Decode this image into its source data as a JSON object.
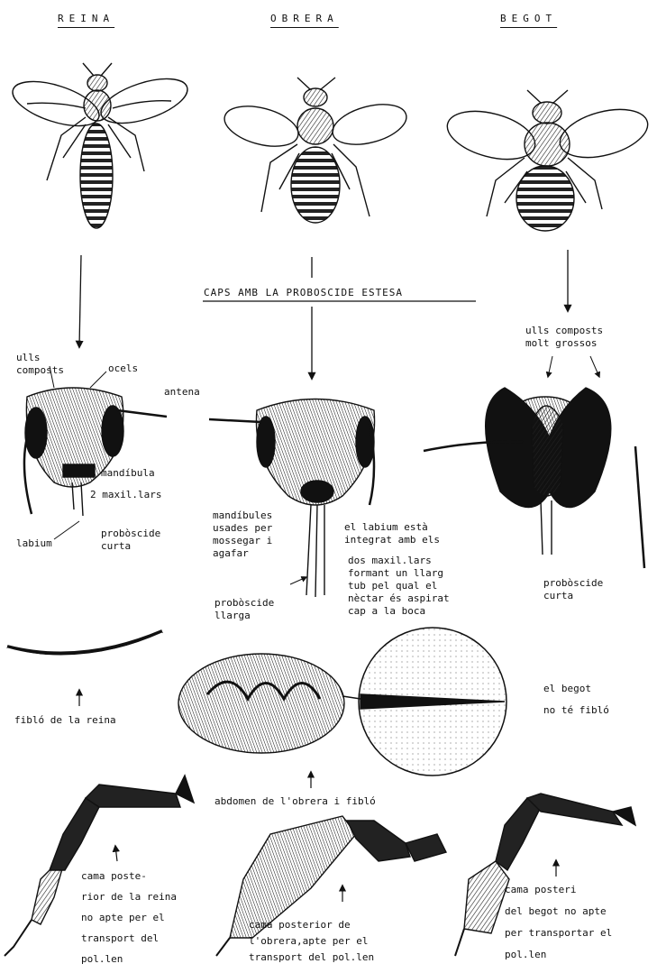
{
  "headers": {
    "queen": "REINA",
    "worker": "OBRERA",
    "drone": "BEGOT"
  },
  "center_title": "CAPS AMB LA PROBOSCIDE ESTESA",
  "queen_head": {
    "ulls": "ulls\ncomposts",
    "ocels": "ocels",
    "antena": "antena",
    "mandibula": "mandíbula",
    "maxillars": "2 maxil.lars",
    "labium": "labium",
    "proboscide": "probòscide\ncurta"
  },
  "worker_head": {
    "mandibules": "mandíbules\nusades per\nmossegar i\nagafar",
    "labium_text": "el labium està\nintegrat amb els",
    "maxillars_text": "dos maxil.lars\nformant un llarg\ntub pel qual el\nnèctar és aspirat\ncap a la boca",
    "proboscide": "probòscide\nllarga"
  },
  "drone_head": {
    "ulls": "ulls composts\nmolt grossos",
    "proboscide": "probòscide\ncurta"
  },
  "stingers": {
    "queen": "fibló de la reina",
    "drone": "el begot\nno té fibló",
    "worker": "abdomen de l'obrera i fibló"
  },
  "legs": {
    "queen": "cama poste-\nrior de la reina\nno apte per el\ntransport del\npol.len",
    "worker": "cama posterior de\nl'obrera,apte per el\ntransport del pol.len",
    "drone": "cama posteri\ndel begot no apte\nper transportar el\npol.len"
  }
}
